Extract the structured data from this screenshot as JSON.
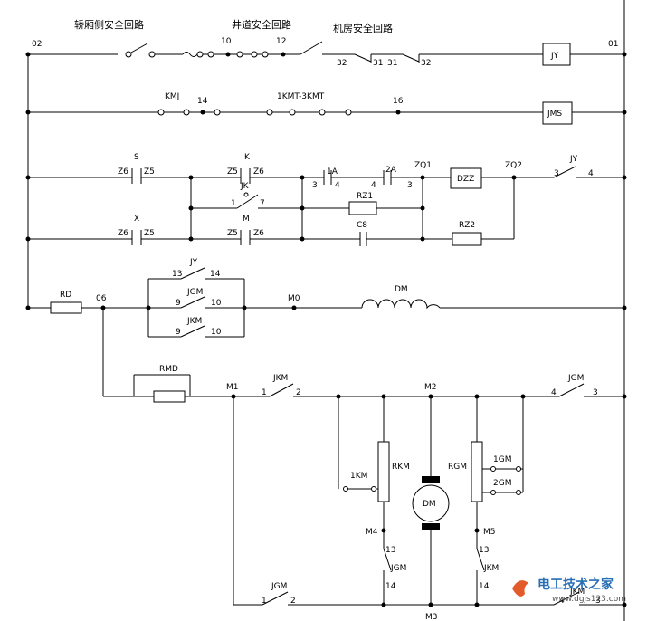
{
  "labels": {
    "car_safety": "轿厢侧安全回路",
    "shaft_safety": "井道安全回路",
    "room_safety": "机房安全回路",
    "n02": "02",
    "n01": "01",
    "n10": "10",
    "n12": "12",
    "n32a": "32",
    "n31a": "31",
    "n31b": "31",
    "n32b": "32",
    "jy_box": "JY",
    "kmj": "KMJ",
    "n14": "14",
    "kmt": "1KMT-3KMT",
    "n16": "16",
    "jms_box": "JMS",
    "s": "S",
    "k": "K",
    "z6a": "Z6",
    "z5a": "Z5",
    "z5b": "Z5",
    "z6b": "Z6",
    "jk": "JK",
    "jk1": "1",
    "jk7": "7",
    "a1": "1A",
    "a1_3": "3",
    "a1_4": "4",
    "a2_4": "4",
    "a2": "2A",
    "a2_3": "3",
    "zq1": "ZQ1",
    "dzz": "DZZ",
    "zq2": "ZQ2",
    "jy3": "3",
    "jy": "JY",
    "jy4": "4",
    "rz1": "RZ1",
    "x": "X",
    "m": "M",
    "z6c": "Z6",
    "z5c": "Z5",
    "z5d": "Z5",
    "z6d": "Z6",
    "c8": "C8",
    "rz2": "RZ2",
    "rd": "RD",
    "n06": "06",
    "jy_b": "JY",
    "n13a": "13",
    "n14a": "14",
    "jgm_a": "JGM",
    "n9a": "9",
    "n10a": "10",
    "jkm_a": "JKM",
    "n9b": "9",
    "n10b": "10",
    "m0": "M0",
    "dm_coil": "DM",
    "rmd": "RMD",
    "m1": "M1",
    "jkm_b": "JKM",
    "jkm_b1": "1",
    "jkm_b2": "2",
    "m2": "M2",
    "jgm_b": "JGM",
    "jgm_b4": "4",
    "jgm_b3": "3",
    "rkm": "RKM",
    "km1": "1KM",
    "dm_motor": "DM",
    "rgm": "RGM",
    "gm1": "1GM",
    "gm2": "2GM",
    "m4": "M4",
    "m5": "M5",
    "n13b": "13",
    "jgm_c": "JGM",
    "n14b": "14",
    "n13c": "13",
    "jkm_c": "JKM",
    "n14c": "14",
    "jgm_d": "JGM",
    "jgm_d1": "1",
    "jgm_d2": "2",
    "m3": "M3",
    "jkm_d": "JKM",
    "jkm_d4": "4",
    "jkm_d3": "3"
  },
  "watermark": {
    "main": "电工技术之家",
    "url": "www.dgjs123.com"
  }
}
